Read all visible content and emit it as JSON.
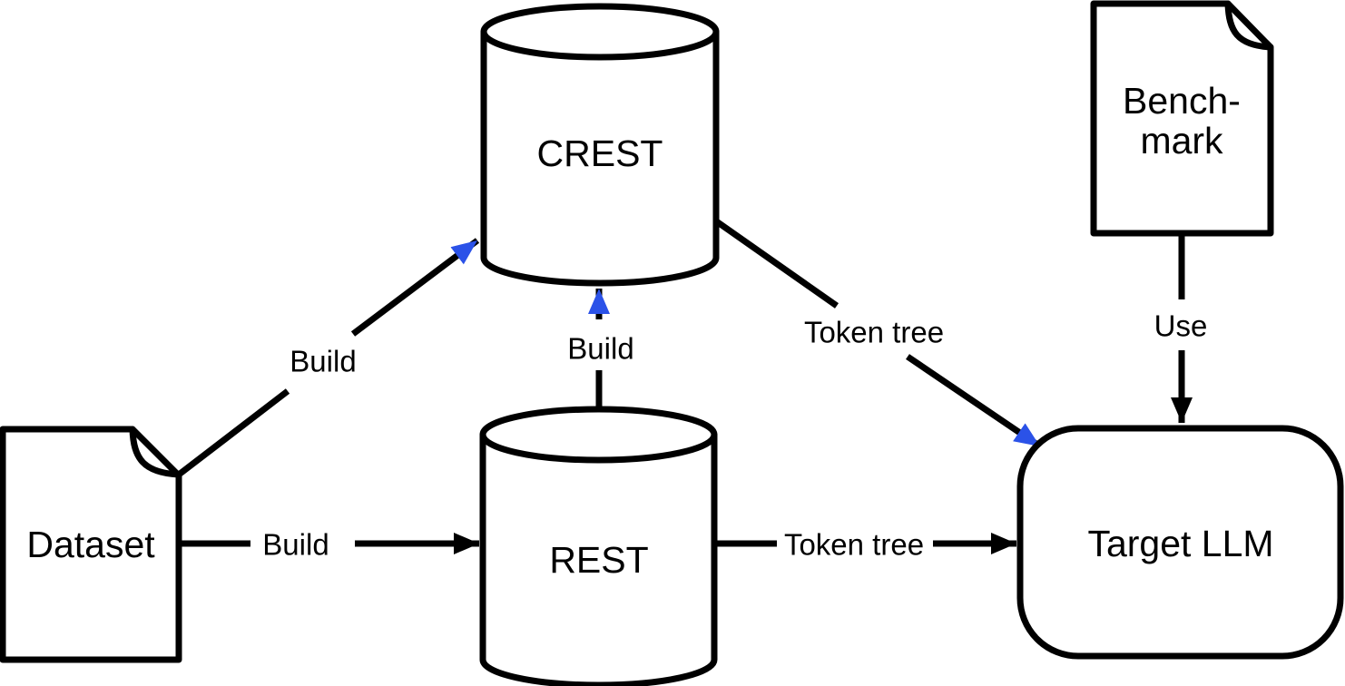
{
  "colors": {
    "accent_blue": "#2B52E8",
    "line_black": "#000000",
    "background": "#FFFFFF"
  },
  "nodes": {
    "dataset": {
      "label": "Dataset",
      "shape": "document"
    },
    "crest": {
      "label": "CREST",
      "shape": "database-cylinder",
      "color": "blue"
    },
    "rest": {
      "label": "REST",
      "shape": "database-cylinder",
      "color": "black"
    },
    "benchmark": {
      "label_line1": "Bench-",
      "label_line2": "mark",
      "shape": "document"
    },
    "target_llm": {
      "label": "Target LLM",
      "shape": "rounded-rectangle"
    }
  },
  "edges": {
    "dataset_to_crest": {
      "label": "Build",
      "color": "blue"
    },
    "rest_to_crest": {
      "label": "Build",
      "color": "blue"
    },
    "crest_to_target_llm": {
      "label": "Token tree",
      "color": "blue"
    },
    "dataset_to_rest": {
      "label": "Build",
      "color": "black"
    },
    "rest_to_target_llm": {
      "label": "Token tree",
      "color": "black"
    },
    "benchmark_to_target_llm": {
      "label": "Use",
      "color": "black"
    }
  }
}
